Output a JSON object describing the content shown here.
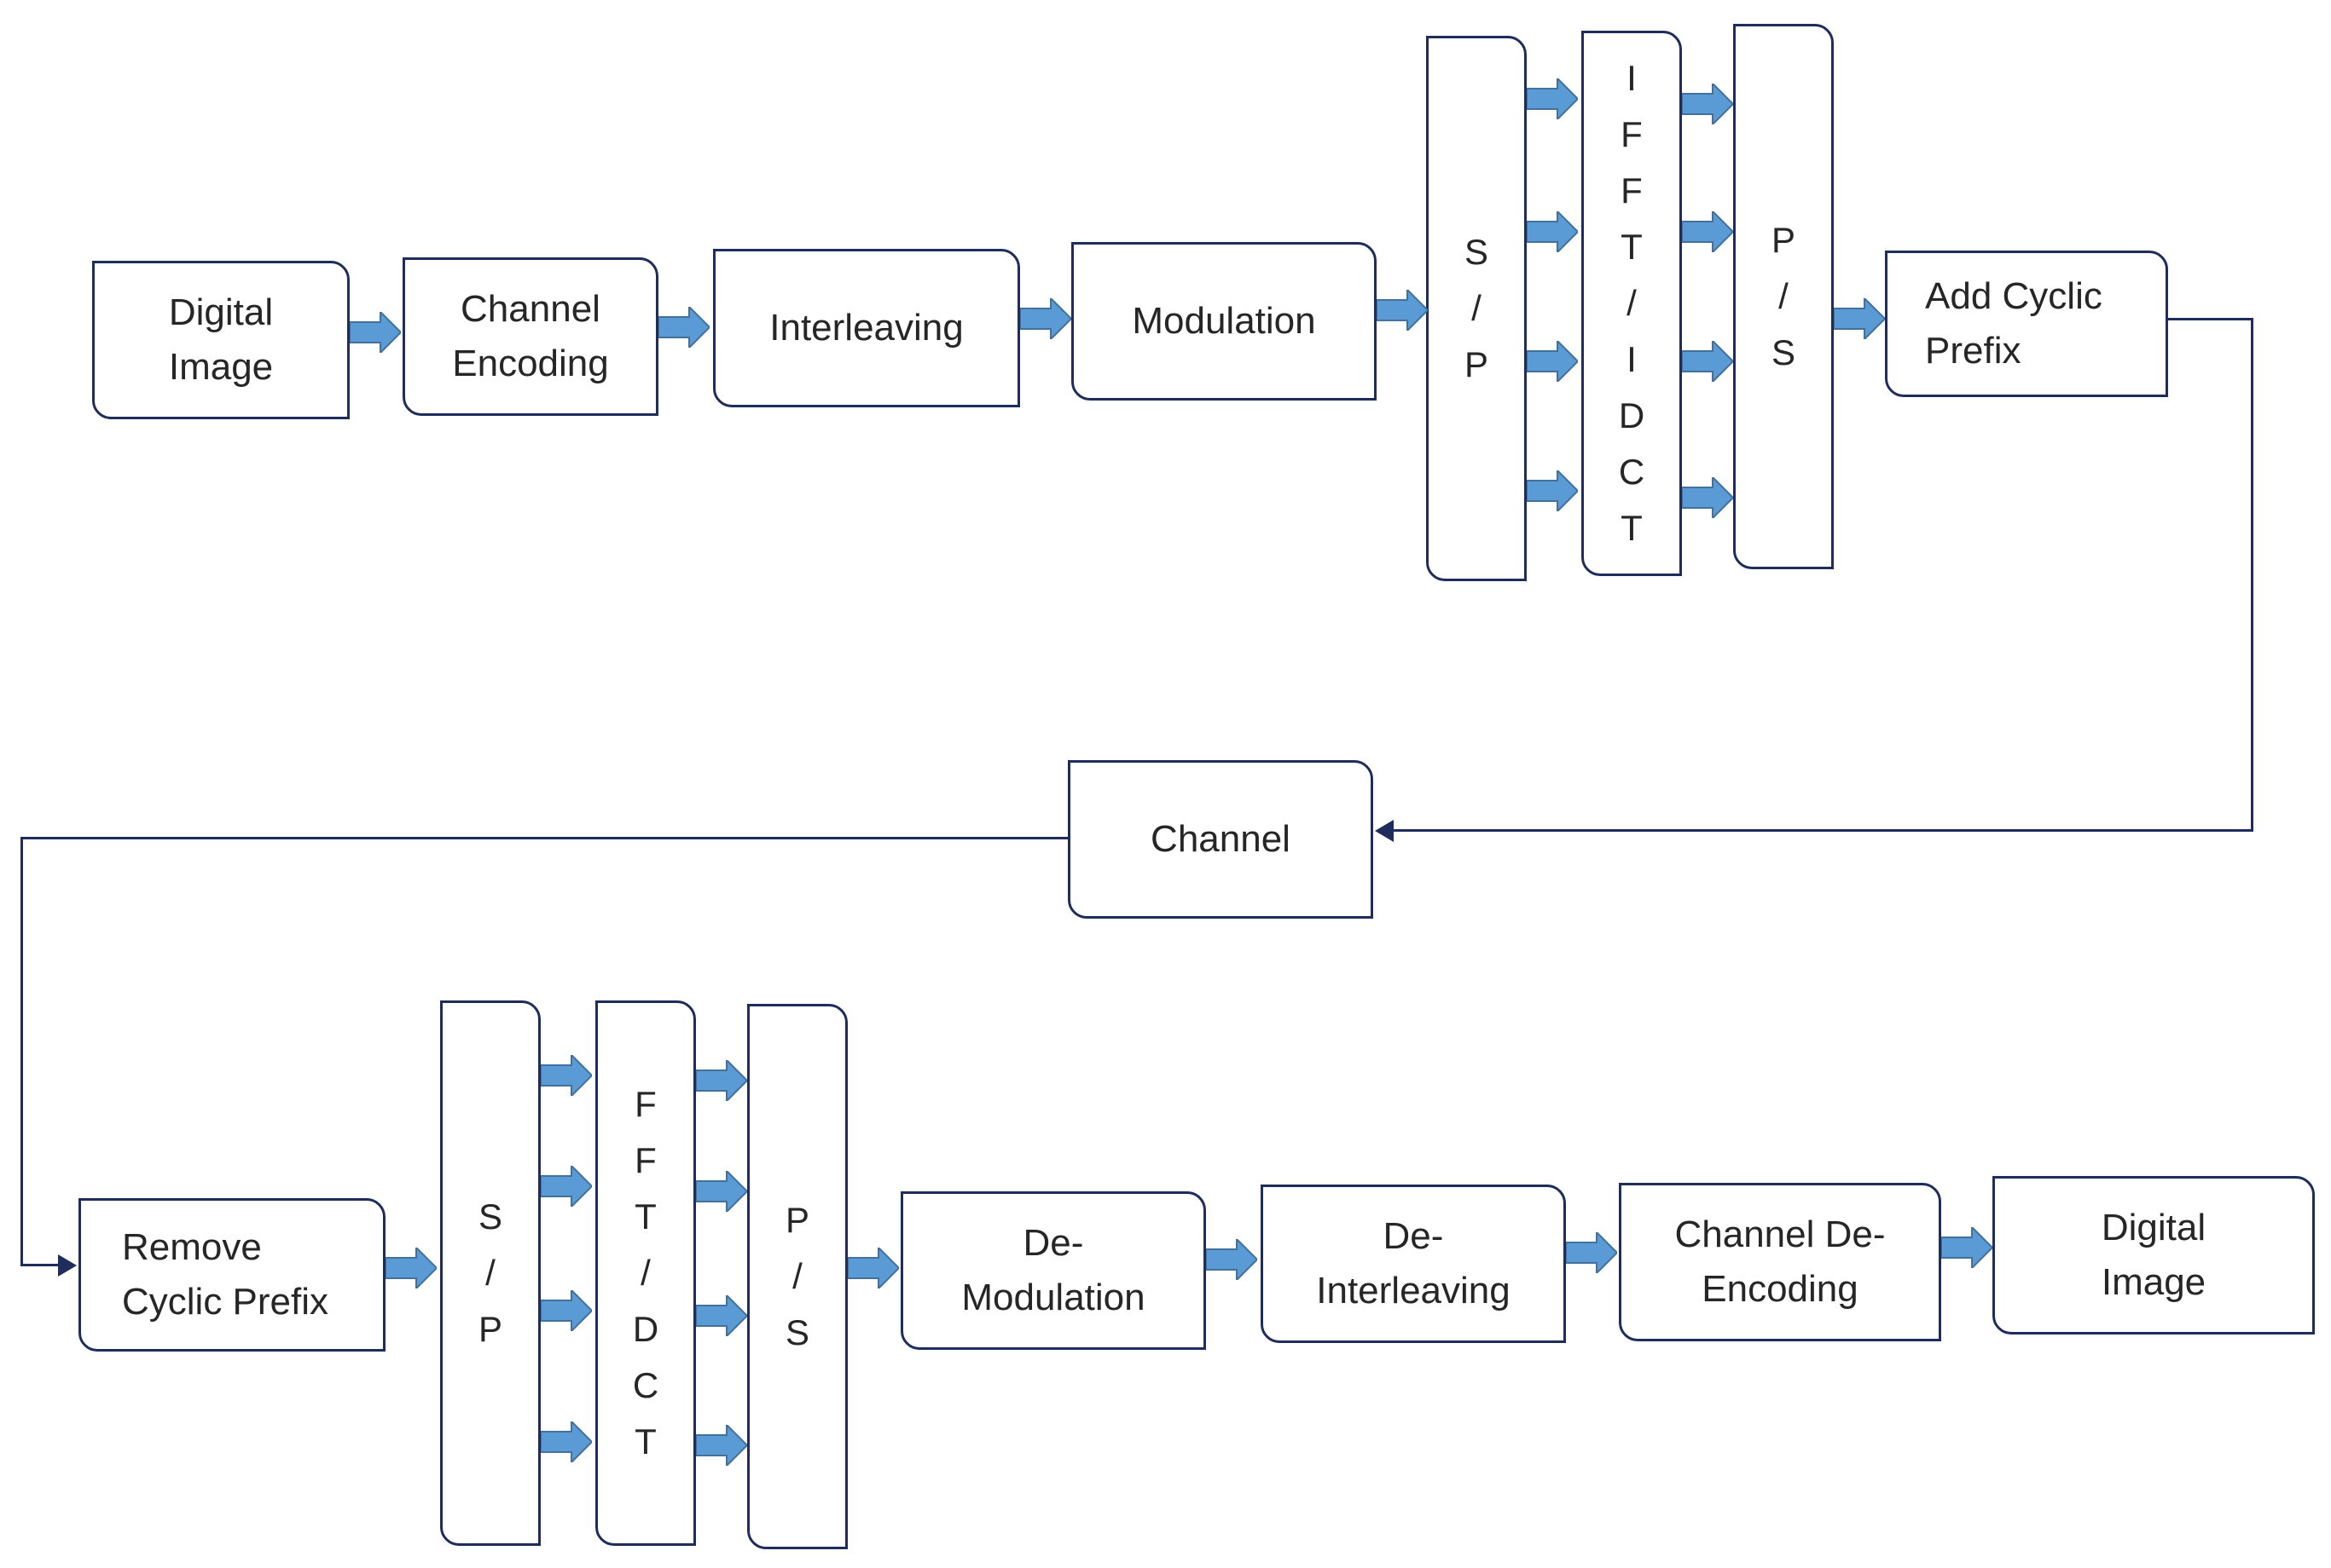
{
  "colors": {
    "border": "#1f2d5c",
    "block_arrow": "#5b9bd5",
    "text": "#262626"
  },
  "transmitter": {
    "digital_image": [
      "Digital",
      "Image"
    ],
    "channel_encoding": [
      "Channel",
      "Encoding"
    ],
    "interleaving": [
      "Interleaving"
    ],
    "modulation": [
      "Modulation"
    ],
    "serial_to_parallel": [
      "S",
      "/",
      "P"
    ],
    "ifft_idct": [
      "I",
      "F",
      "F",
      "T",
      "/",
      "I",
      "D",
      "C",
      "T"
    ],
    "parallel_to_serial": [
      "P",
      "/",
      "S"
    ],
    "add_cyclic_prefix": [
      "Add Cyclic",
      "Prefix"
    ]
  },
  "channel": [
    "Channel"
  ],
  "receiver": {
    "remove_cyclic_prefix": [
      "Remove",
      "Cyclic Prefix"
    ],
    "serial_to_parallel": [
      "S",
      "/",
      "P"
    ],
    "fft_dct": [
      "F",
      "F",
      "T",
      "/",
      "D",
      "C",
      "T"
    ],
    "parallel_to_serial": [
      "P",
      "/",
      "S"
    ],
    "de_modulation": [
      "De-",
      "Modulation"
    ],
    "de_interleaving": [
      "De-",
      "Interleaving"
    ],
    "channel_de_encoding": [
      "Channel De-",
      "Encoding"
    ],
    "digital_image": [
      "Digital",
      "Image"
    ]
  }
}
